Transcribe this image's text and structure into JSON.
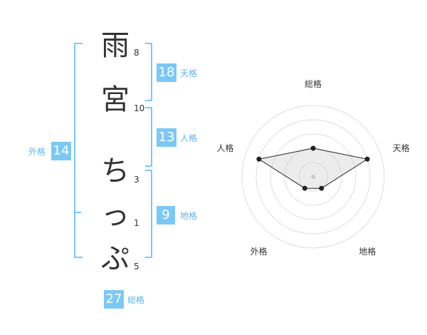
{
  "name_chars": [
    {
      "char": "雨",
      "strokes": "8"
    },
    {
      "char": "宮",
      "strokes": "10"
    },
    {
      "char": "ち",
      "strokes": "3"
    },
    {
      "char": "っ",
      "strokes": "1"
    },
    {
      "char": "ぷ",
      "strokes": "5"
    }
  ],
  "fortune": {
    "tenkaku": {
      "value": "18",
      "label": "天格"
    },
    "jinkaku": {
      "value": "13",
      "label": "人格"
    },
    "chikaku": {
      "value": "9",
      "label": "地格"
    },
    "gaikaku": {
      "value": "14",
      "label": "外格"
    },
    "soukaku": {
      "value": "27",
      "label": "総格"
    }
  },
  "chart_data": {
    "type": "radar",
    "axes": [
      "総格",
      "天格",
      "地格",
      "外格",
      "人格"
    ],
    "values": [
      2,
      4,
      1,
      1,
      4
    ],
    "max": 5,
    "rings": 5
  }
}
